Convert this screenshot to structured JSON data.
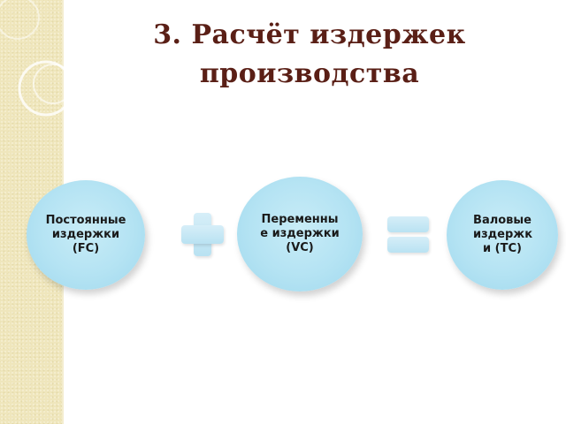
{
  "slide": {
    "title_line1": "3. Расчёт издержек",
    "title_line2": "производства"
  },
  "diagram": {
    "nodes": [
      {
        "label": "Постоянные\nиздержки\n(FC)"
      },
      {
        "label": "Переменны\nе издержки\n(VC)"
      },
      {
        "label": "Валовые\nиздержк\nи (TC)"
      }
    ],
    "operators": [
      "plus",
      "equals"
    ]
  },
  "colors": {
    "title": "#5a1f16",
    "circle_fill": "#b4e3f3",
    "side_band": "#efe6bc"
  }
}
